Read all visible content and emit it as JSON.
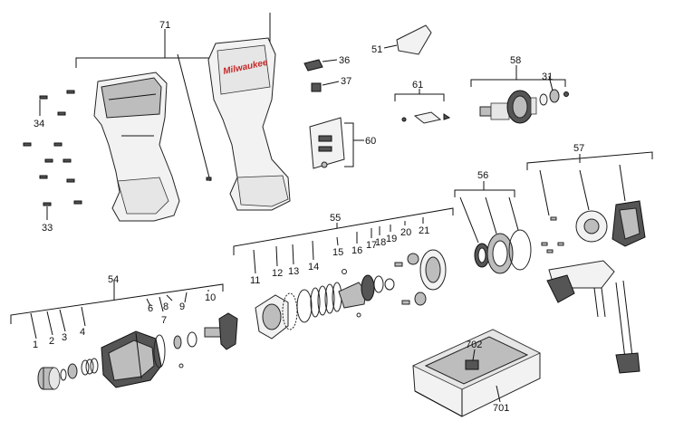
{
  "diagram": {
    "callouts": {
      "c71": "71",
      "c51": "51",
      "c36": "36",
      "c37": "37",
      "c34": "34",
      "c33": "33",
      "c60": "60",
      "c61": "61",
      "c58": "58",
      "c31": "31",
      "c57": "57",
      "c56": "56",
      "c55": "55",
      "c54": "54",
      "c1": "1",
      "c2": "2",
      "c3": "3",
      "c4": "4",
      "c6": "6",
      "c7": "7",
      "c8": "8",
      "c9": "9",
      "c10": "10",
      "c11": "11",
      "c12": "12",
      "c13": "13",
      "c14": "14",
      "c15": "15",
      "c16": "16",
      "c17": "17",
      "c18": "18",
      "c19": "19",
      "c20": "20",
      "c21": "21",
      "c701": "701",
      "c702": "702"
    },
    "housing_brand": "Milwaukee"
  }
}
